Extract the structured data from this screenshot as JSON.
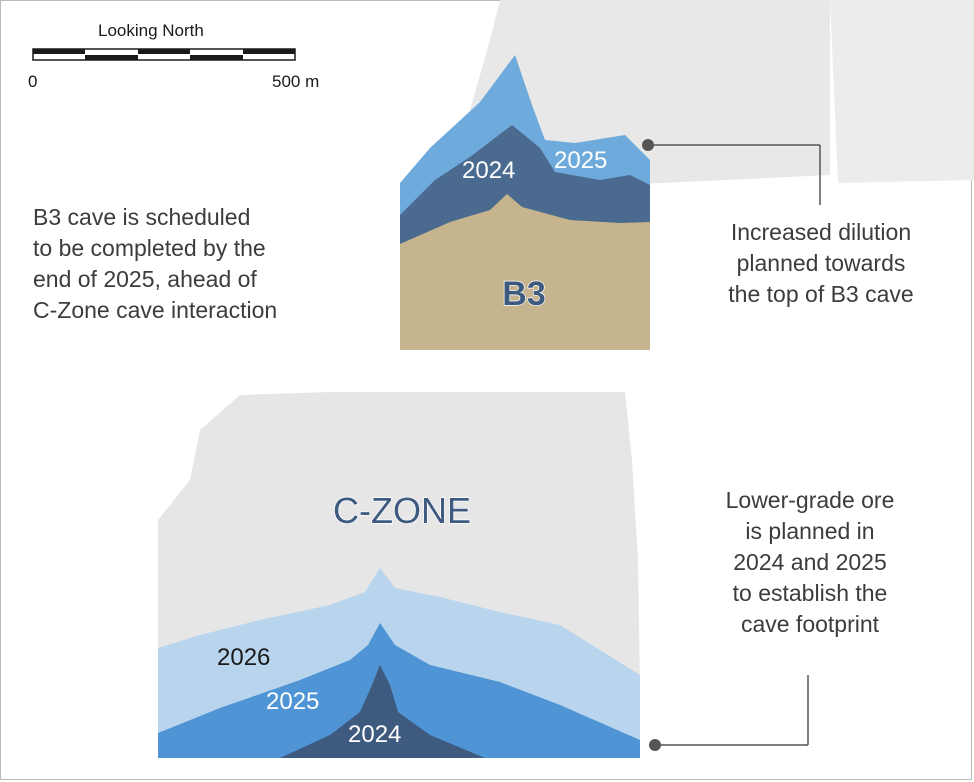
{
  "scale_bar": {
    "title": "Looking North",
    "start_label": "0",
    "end_label": "500 m"
  },
  "b3": {
    "label": "B3",
    "years": [
      "2024",
      "2025"
    ],
    "colors": {
      "tan": "#c5b48e",
      "dark": "#4a6a8f",
      "light": "#6eaadb"
    }
  },
  "czone": {
    "label": "C-ZONE",
    "years": [
      "2026",
      "2025",
      "2024"
    ],
    "colors": {
      "pale": "#b9d5ee",
      "mid": "#4f94d4",
      "dark": "#3e5a7f"
    }
  },
  "annotations": {
    "left": [
      "B3 cave is scheduled",
      "to be completed by the",
      "end of 2025, ahead of",
      "C-Zone cave interaction"
    ],
    "right_top": [
      "Increased dilution",
      "planned towards",
      "the top of B3 cave"
    ],
    "right_bottom": [
      "Lower-grade ore",
      "is planned in",
      "2024 and 2025",
      "to establish the",
      "cave footprint"
    ]
  }
}
